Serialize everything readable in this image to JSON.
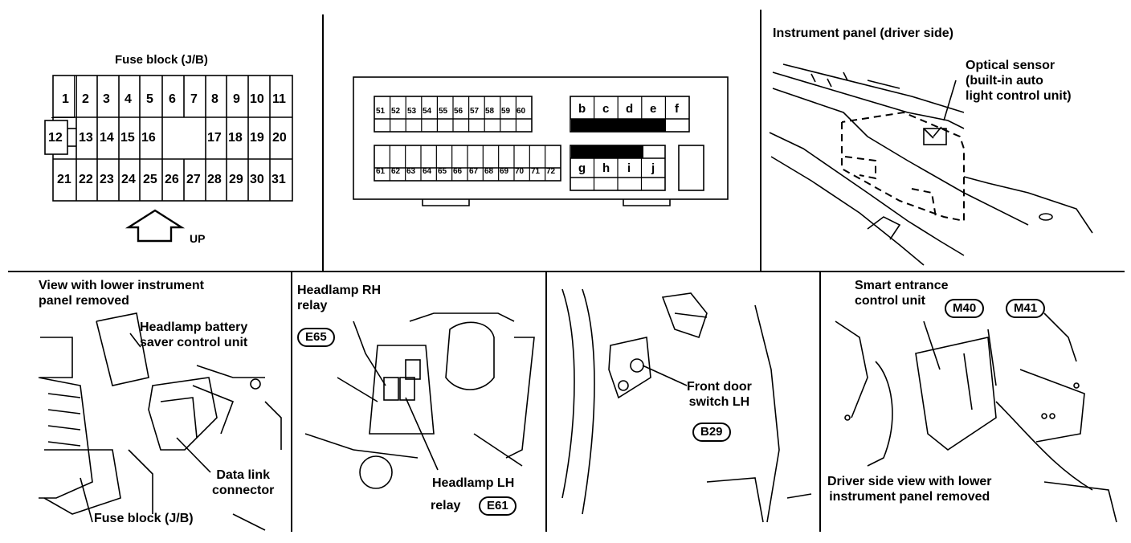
{
  "fuse_block": {
    "title": "Fuse block (J/B)",
    "row1": [
      "1",
      "2",
      "3",
      "4",
      "5",
      "6",
      "7",
      "8",
      "9",
      "10",
      "11"
    ],
    "row2_left": "12",
    "row2_a": [
      "13",
      "14",
      "15",
      "16"
    ],
    "row2_b": [
      "17",
      "18",
      "19",
      "20"
    ],
    "row3": [
      "21",
      "22",
      "23",
      "24",
      "25",
      "26",
      "27",
      "28",
      "29",
      "30",
      "31"
    ],
    "up_label": "UP"
  },
  "relay_box": {
    "row_a": [
      "51",
      "52",
      "53",
      "54",
      "55",
      "56",
      "57",
      "58",
      "59",
      "60"
    ],
    "row_b": [
      "61",
      "62",
      "63",
      "64",
      "65",
      "66",
      "67",
      "68",
      "69",
      "70",
      "71",
      "72"
    ],
    "letters_top": [
      "b",
      "c",
      "d",
      "e",
      "f"
    ],
    "letters_bottom": [
      "g",
      "h",
      "i",
      "j"
    ]
  },
  "instrument_panel": {
    "title": "Instrument panel (driver side)",
    "optical_sensor": "Optical sensor\n(built-in auto\nlight control unit)"
  },
  "lower_panel": {
    "title": "View with lower instrument\npanel removed",
    "battery_saver": "Headlamp battery\nsaver control unit",
    "data_link": "Data link\nconnector",
    "fuse_block": "Fuse block (J/B)"
  },
  "headlamp_relays": {
    "rh_label": "Headlamp RH\nrelay",
    "rh_tag": "E65",
    "lh_label": "Headlamp LH",
    "lh_label2": "relay",
    "lh_tag": "E61"
  },
  "door_switch": {
    "label": "Front door\nswitch LH",
    "tag": "B29"
  },
  "smart_entrance": {
    "label": "Smart entrance\ncontrol unit",
    "tag1": "M40",
    "tag2": "M41",
    "caption": "Driver side view with lower\ninstrument panel removed"
  }
}
